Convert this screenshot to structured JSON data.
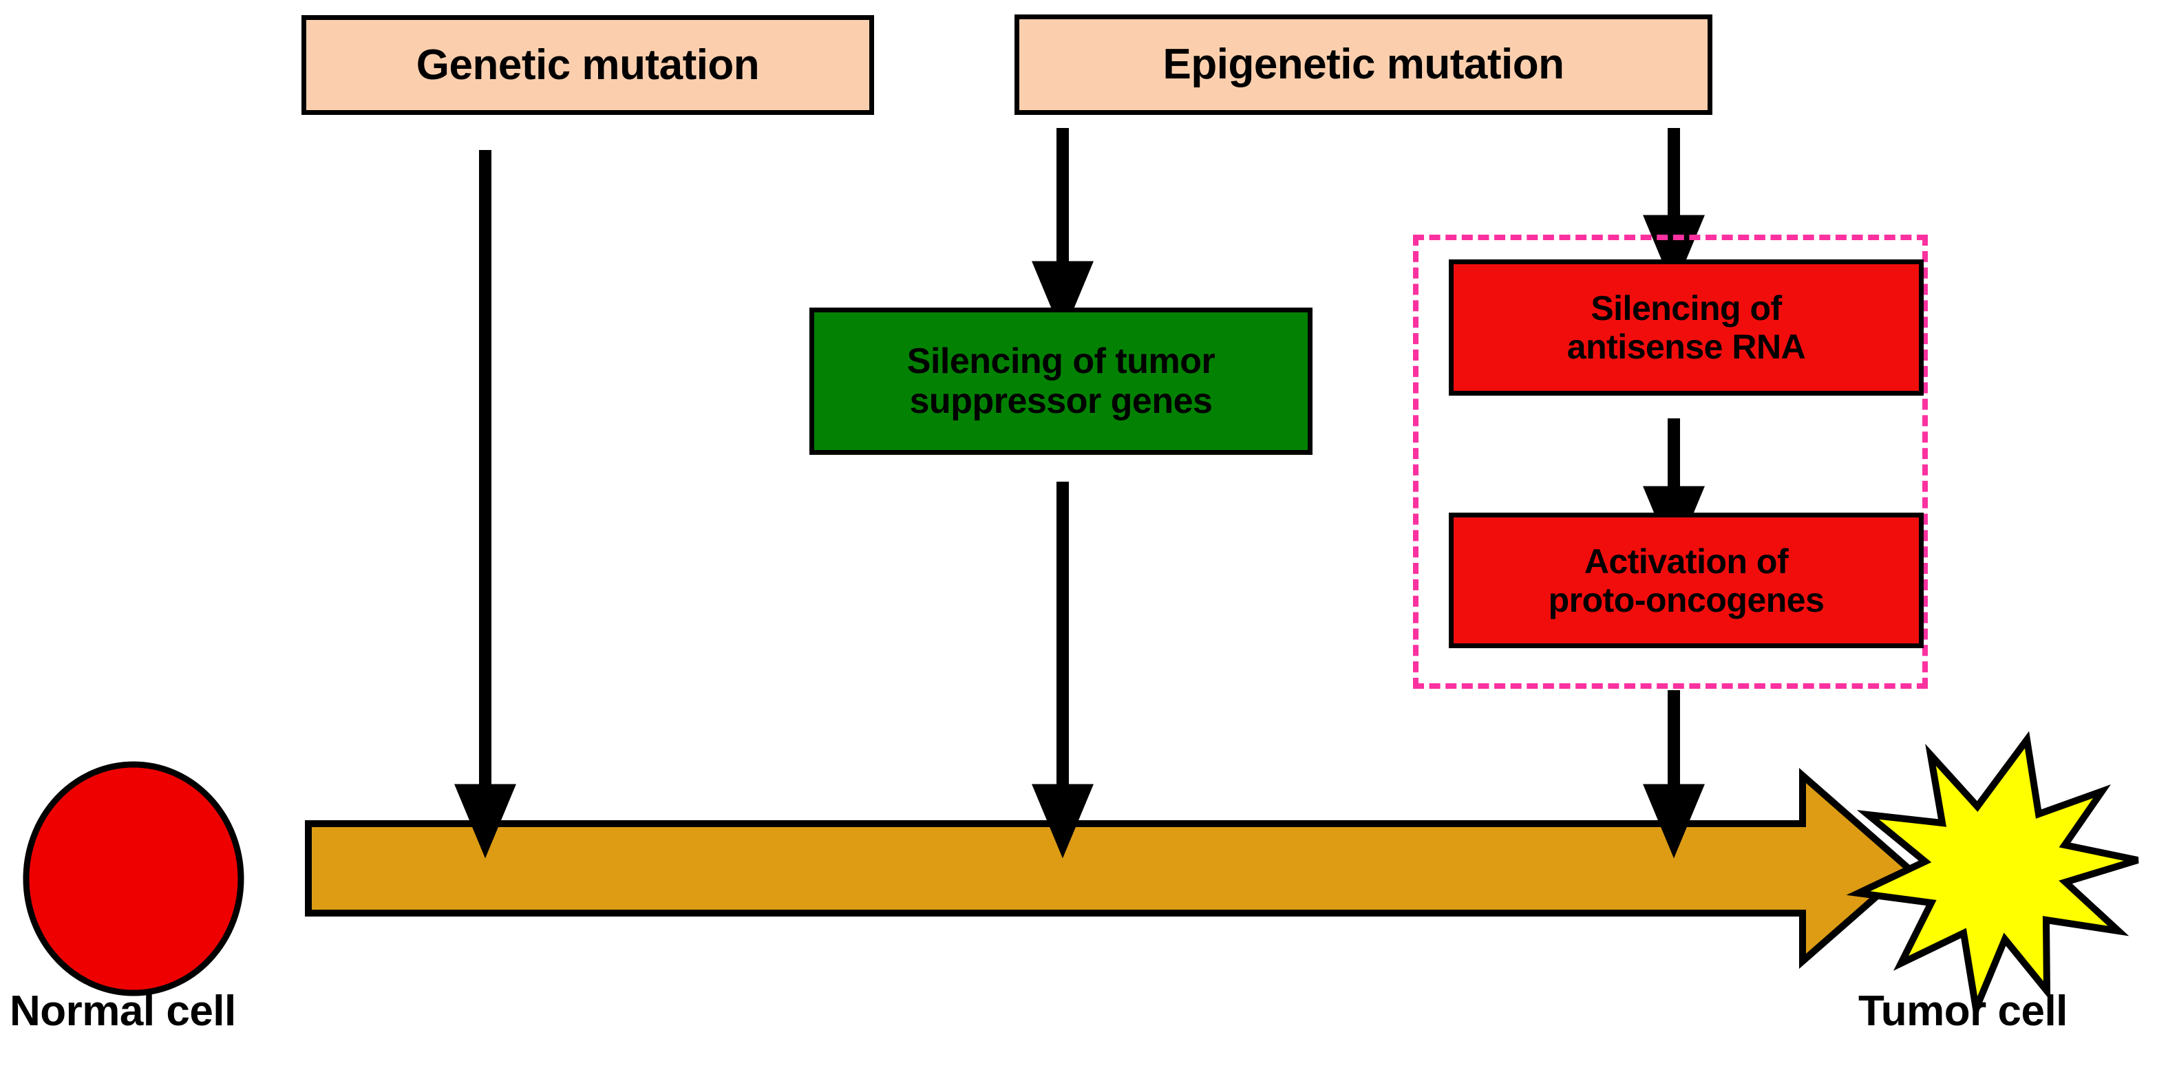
{
  "diagram": {
    "title": "Genetic and epigenetic mutation pathway from normal cell to tumor cell",
    "colors": {
      "mutation_box_fill": "#fbcfae",
      "silencing_tsg_fill": "#038103",
      "oncogene_box_fill": "#f20d0d",
      "grouping_border": "#fb31a0",
      "normal_cell_fill": "#ee0000",
      "tumor_cell_fill": "#ffff00",
      "progression_arrow_fill": "#dd9c14",
      "outline": "#000000",
      "background": "#ffffff"
    },
    "nodes": {
      "genetic_mutation": {
        "label": "Genetic mutation"
      },
      "epigenetic_mutation": {
        "label": "Epigenetic mutation"
      },
      "silencing_tsg": {
        "line1": "Silencing of tumor",
        "line2": "suppressor genes"
      },
      "silencing_antisense_rna": {
        "line1": "Silencing of",
        "line2": "antisense RNA"
      },
      "activation_proto_oncogenes": {
        "line1": "Activation of",
        "line2": "proto-oncogenes"
      }
    },
    "captions": {
      "normal_cell": "Normal cell",
      "tumor_cell": "Tumor cell"
    },
    "edges": [
      {
        "from": "genetic_mutation",
        "to": "progression_arrow",
        "style": "solid-black-arrow"
      },
      {
        "from": "epigenetic_mutation",
        "to": "silencing_tsg",
        "style": "solid-black-arrow"
      },
      {
        "from": "silencing_tsg",
        "to": "progression_arrow",
        "style": "solid-black-arrow"
      },
      {
        "from": "epigenetic_mutation",
        "to": "silencing_antisense_rna",
        "style": "solid-black-arrow"
      },
      {
        "from": "silencing_antisense_rna",
        "to": "activation_proto_oncogenes",
        "style": "solid-black-arrow"
      },
      {
        "from": "activation_proto_oncogenes",
        "to": "progression_arrow",
        "style": "solid-black-arrow"
      },
      {
        "from": "normal_cell",
        "to": "tumor_cell",
        "style": "orange-block-arrow"
      }
    ],
    "shapes": {
      "normal_cell": {
        "type": "ellipse"
      },
      "tumor_cell": {
        "type": "starburst-12-point"
      },
      "progression_arrow": {
        "type": "block-arrow-right"
      },
      "grouping_region": {
        "type": "dashed-rectangle"
      }
    }
  }
}
